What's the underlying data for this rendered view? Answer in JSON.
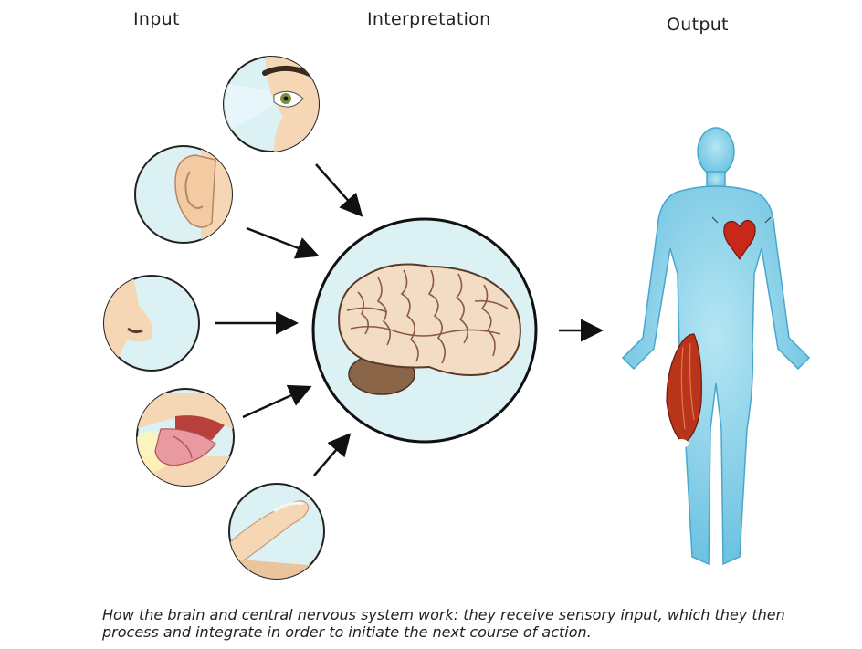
{
  "headings": {
    "input": "Input",
    "interpretation": "Interpretation",
    "output": "Output"
  },
  "nodes": {
    "inputs": [
      {
        "name": "eye-icon",
        "sense": "sight"
      },
      {
        "name": "ear-icon",
        "sense": "hearing"
      },
      {
        "name": "nose-icon",
        "sense": "smell"
      },
      {
        "name": "tongue-icon",
        "sense": "taste"
      },
      {
        "name": "finger-icon",
        "sense": "touch"
      }
    ],
    "center": {
      "name": "brain-icon"
    },
    "output": {
      "name": "human-body-icon",
      "highlights": [
        "heart",
        "thigh-muscle"
      ]
    }
  },
  "colors": {
    "circle_fill": "#dcf1f4",
    "skin": "#f5d7b5",
    "body": "#8fd4ea",
    "brain": "#f3dcc4",
    "heart": "#c8281a",
    "muscle": "#b8341a"
  },
  "caption": {
    "line1": "How the brain and central nervous system work: they receive sensory input, which they then",
    "line2": "process and integrate in order to initiate the next course of action."
  }
}
